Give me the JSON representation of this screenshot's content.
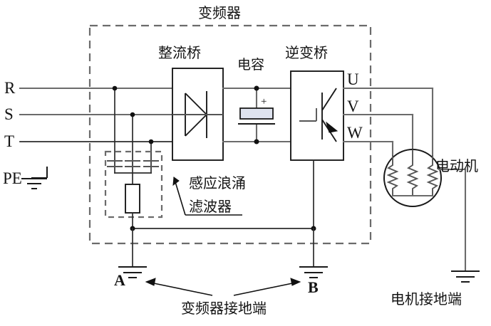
{
  "diagram": {
    "title": "变频器",
    "type": "circuit-schematic"
  },
  "labels": {
    "inverter_enclosure": "变频器",
    "rectifier_bridge": "整流桥",
    "capacitor": "电容",
    "inverter_bridge": "逆变桥",
    "surge_filter_line1": "感应浪涌",
    "surge_filter_line2": "滤波器",
    "motor": "电动机",
    "drive_ground_terminal": "变频器接地端",
    "motor_ground_terminal": "电机接地端"
  },
  "terminals": {
    "input": [
      {
        "name": "R"
      },
      {
        "name": "S"
      },
      {
        "name": "T"
      },
      {
        "name": "PE"
      }
    ],
    "output": [
      {
        "name": "U"
      },
      {
        "name": "V"
      },
      {
        "name": "W"
      }
    ],
    "ground_points": [
      {
        "name": "A"
      },
      {
        "name": "B"
      }
    ]
  },
  "symbols": {
    "capacitor_polarity": "+",
    "rectifier_icon": "diode-bridge-icon",
    "inverter_icon": "igbt-icon",
    "motor_icon": "motor-windings-icon",
    "earth_icon": "earth-ground-icon"
  },
  "colors": {
    "wire": "#6b6b6b",
    "outline": "#1a1a1a",
    "dashed_border": "#6b6b6b",
    "capacitor_fill": "#dfe3ef",
    "background": "#ffffff"
  }
}
